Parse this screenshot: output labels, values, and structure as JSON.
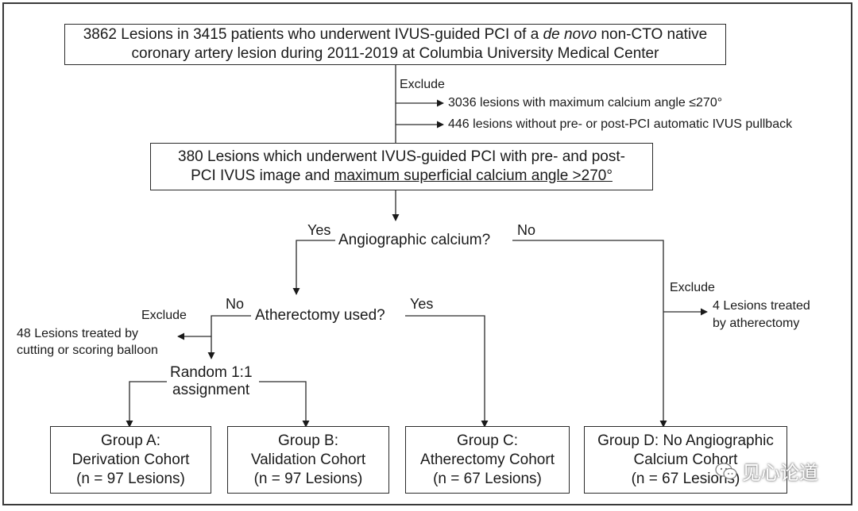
{
  "top_box": {
    "line1_pre": "3862 Lesions in 3415 patients who underwent IVUS-guided PCI of a ",
    "line1_italic": "de novo",
    "line1_post": " non-CTO native",
    "line2": "coronary artery lesion during 2011-2019 at Columbia University Medical Center"
  },
  "exclude_first": {
    "label": "Exclude",
    "item1": "3036 lesions with maximum calcium angle ≤270°",
    "item2": "446 lesions without pre- or post-PCI automatic IVUS pullback"
  },
  "second_box": {
    "line1": "380 Lesions which underwent IVUS-guided PCI with pre- and post-",
    "line2_pre": "PCI IVUS image and ",
    "line2_underlined": "maximum superficial calcium angle >270°"
  },
  "decision_calcium": {
    "question": "Angiographic calcium?",
    "yes": "Yes",
    "no": "No"
  },
  "decision_atherectomy": {
    "question": "Atherectomy used?",
    "yes": "Yes",
    "no": "No"
  },
  "exclude_left": {
    "label": "Exclude",
    "line1": "48 Lesions treated by",
    "line2": "cutting or scoring balloon"
  },
  "exclude_right": {
    "label": "Exclude",
    "line1": "4 Lesions treated",
    "line2": "by atherectomy"
  },
  "random": {
    "line1": "Random 1:1",
    "line2": "assignment"
  },
  "groups": [
    {
      "line1": "Group A:",
      "line2": "Derivation Cohort",
      "line3": "(n = 97 Lesions)"
    },
    {
      "line1": "Group B:",
      "line2": "Validation Cohort",
      "line3": "(n = 97 Lesions)"
    },
    {
      "line1": "Group C:",
      "line2": "Atherectomy Cohort",
      "line3": "(n = 67 Lesions)"
    },
    {
      "line1": "Group D: No Angiographic",
      "line2": "Calcium Cohort",
      "line3": "(n = 67 Lesions)"
    }
  ],
  "watermark": {
    "text": "见心论道",
    "icon": "wechat-icon"
  }
}
